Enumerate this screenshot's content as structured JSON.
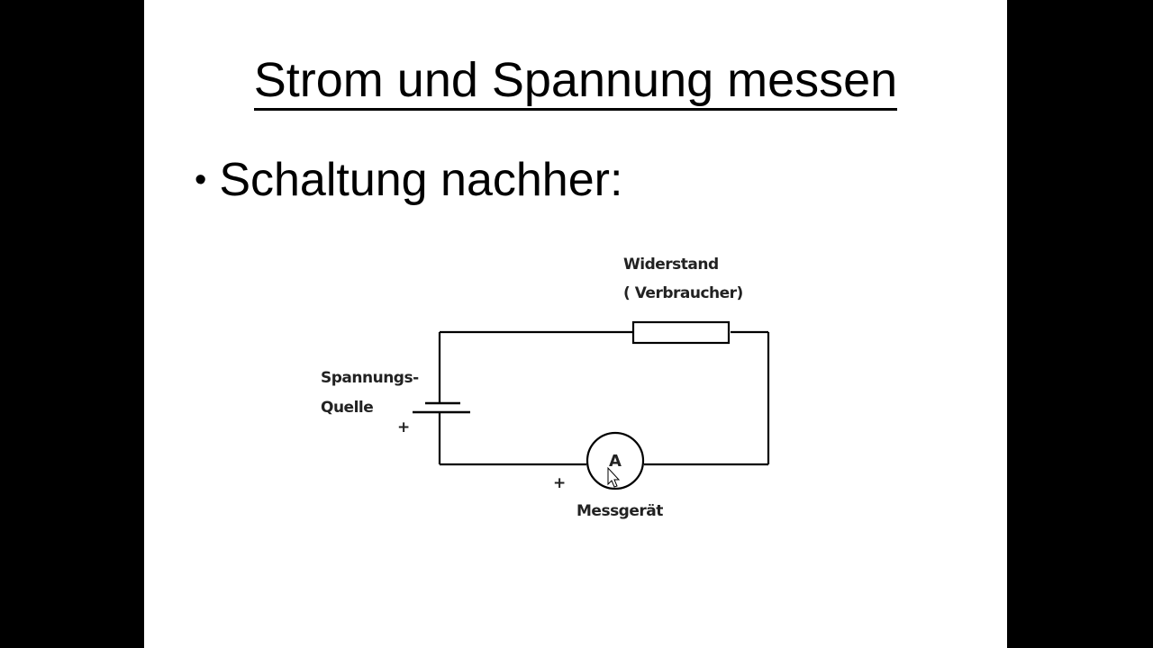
{
  "slide": {
    "title": "Strom und Spannung messen",
    "bullet_symbol": "•",
    "bullet_text": "Schaltung nachher:"
  },
  "diagram": {
    "resistor_label_line1": "Widerstand",
    "resistor_label_line2": "( Verbraucher)",
    "source_label_line1": "Spannungs-",
    "source_label_line2": "Quelle",
    "source_plus": "+",
    "meter_plus": "+",
    "meter_symbol": "A",
    "meter_label": "Messgerät"
  },
  "colors": {
    "background": "#000000",
    "slide": "#ffffff",
    "ink": "#000000"
  },
  "icons": {
    "cursor": "mouse-pointer-icon"
  }
}
